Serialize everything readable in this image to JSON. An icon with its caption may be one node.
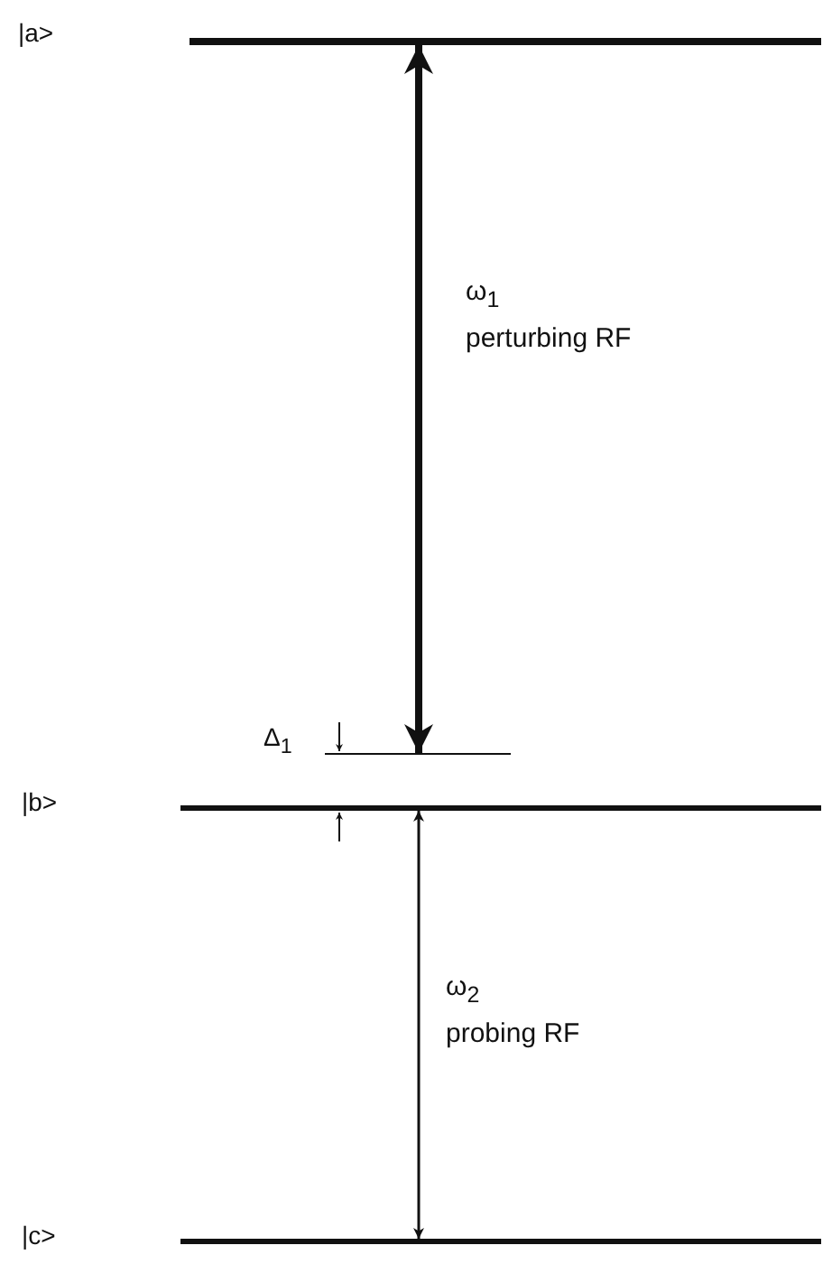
{
  "diagram": {
    "nodes": [
      {
        "text": [],
        "shape": "bar"
      },
      {
        "text": [],
        "shape": "bar"
      },
      {
        "text": [],
        "shape": "bar"
      },
      {
        "text": [],
        "shape": "bar"
      }
    ],
    "edges": [
      {
        "from": 0,
        "to": 3,
        "arrow": "both",
        "style": "thick",
        "label": "ω$_{1}$ perturbing RF"
      },
      {
        "from": 1,
        "to": 2,
        "arrow": "both",
        "label": "ω$_{2}$ probing RF"
      }
    ],
    "labels": [
      "|a>",
      "Δ$_{1}$",
      "|b>",
      "|c>"
    ]
  }
}
